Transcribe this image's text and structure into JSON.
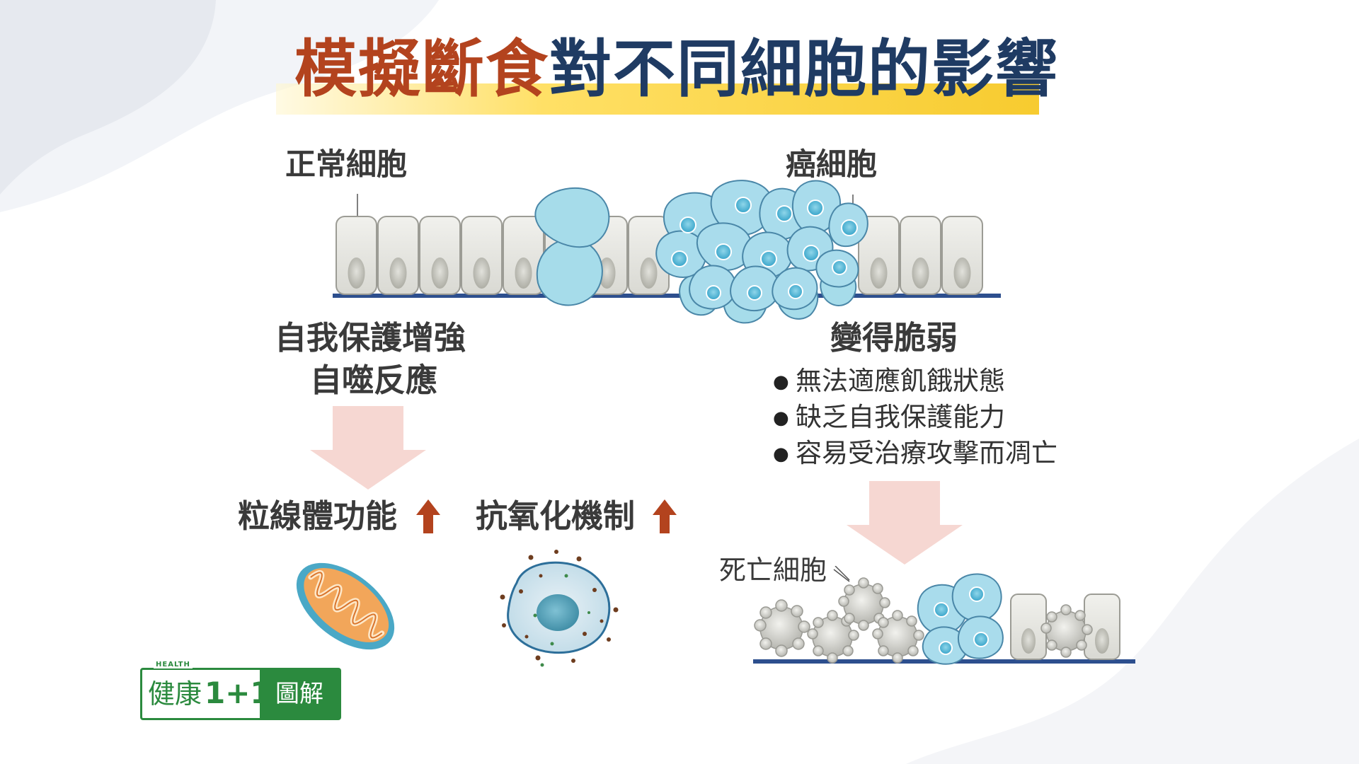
{
  "title": {
    "part1": "模擬斷食",
    "part2": "對不同細胞的影響"
  },
  "labels": {
    "normal_cell": "正常細胞",
    "cancer_cell": "癌細胞",
    "self_protect": "自我保護增強",
    "autophagy": "自噬反應",
    "fragile": "變得脆弱",
    "mitochondria": "粒線體功能",
    "antioxidant": "抗氧化機制",
    "dead_cell": "死亡細胞"
  },
  "fragile_bullets": [
    "無法適應飢餓狀態",
    "缺乏自我保護能力",
    "容易受治療攻擊而凋亡"
  ],
  "logo": {
    "health": "HEALTH",
    "left": "健康",
    "num": "1+1",
    "right": "圖解"
  },
  "colors": {
    "title_accent": "#b3431e",
    "title_main": "#1f3b63",
    "band": "#f7cb2f",
    "arrow_pink": "#f6d7d2",
    "up_arrow": "#b3431e",
    "normal_cell": "#e4e4df",
    "cancer_cell": "#a6dcea",
    "membrane": "#2d4f8e",
    "logo_green": "#2b8a3e"
  },
  "icons": {
    "mitochondria": "mitochondria-icon",
    "cell": "antioxidant-cell-icon",
    "up": "up-arrow-icon"
  }
}
